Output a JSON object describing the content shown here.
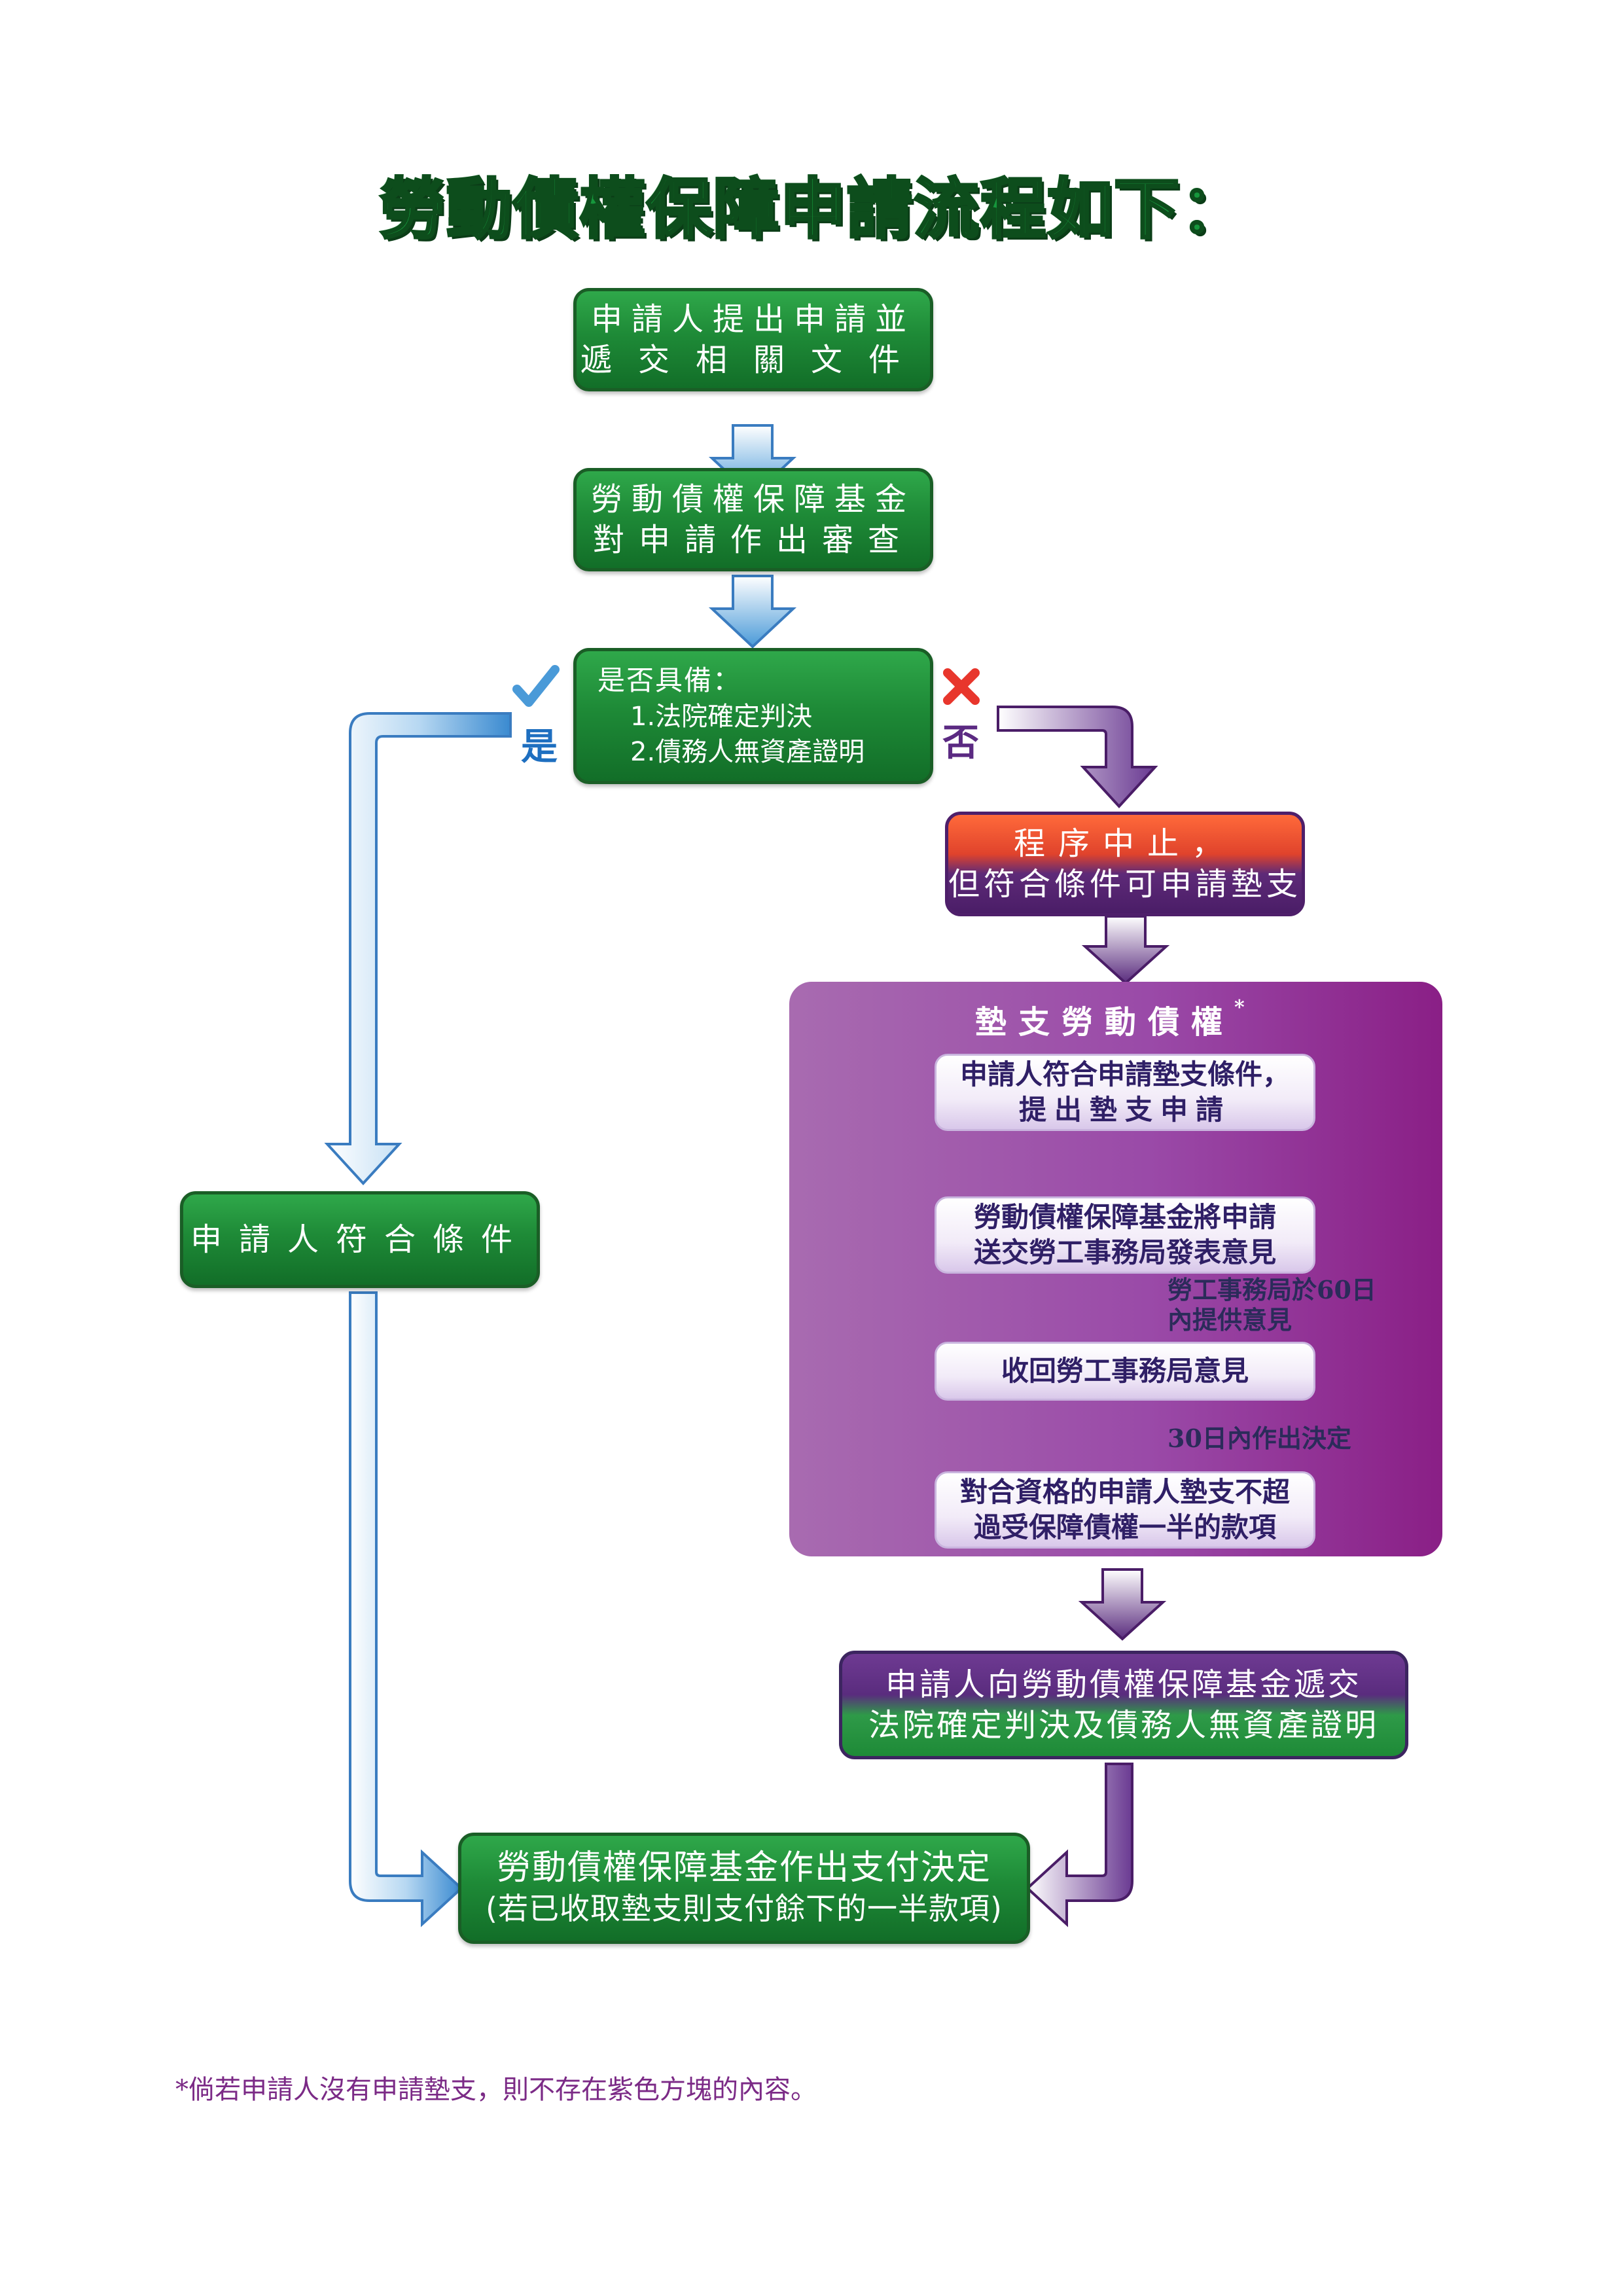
{
  "title": "勞動債權保障申請流程如下：",
  "steps": {
    "apply": [
      "申請人提出申請並",
      "遞交相關文件"
    ],
    "review": [
      "勞動債權保障基金",
      "對申請作出審查"
    ],
    "check_heading": "是否具備：",
    "check_items": [
      "1.法院確定判決",
      "2.債務人無資產證明"
    ],
    "yes_label": "是",
    "no_label": "否",
    "suspend": [
      "程序中止，",
      "但符合條件可申請墊支"
    ],
    "eligible": "申請人符合條件",
    "submit": [
      "申請人向勞動債權保障基金遞交",
      "法院確定判決及債務人無資產證明"
    ],
    "final": [
      "勞動債權保障基金作出支付決定",
      "(若已收取墊支則支付餘下的一半款項)"
    ]
  },
  "advance_panel": {
    "title": "墊支勞動債權",
    "title_mark": "*",
    "boxes": [
      [
        "申請人符合申請墊支條件，",
        "提出墊支申請"
      ],
      [
        "勞動債權保障基金將申請",
        "送交勞工事務局發表意見"
      ],
      [
        "收回勞工事務局意見"
      ],
      [
        "對合資格的申請人墊支不超",
        "過受保障債權一半的款項"
      ]
    ],
    "note_1": [
      "勞工事務局於60日",
      "內提供意見"
    ],
    "note_2": "30日內作出決定"
  },
  "footnote": "*倘若申請人沒有申請墊支，則不存在紫色方塊的內容。",
  "colors": {
    "green": "#1e8a37",
    "purple": "#5a2c7e",
    "panel_purple": "#9a4aa8",
    "blue_arrow": "#4a9ad8",
    "red_cross": "#e8362c"
  }
}
